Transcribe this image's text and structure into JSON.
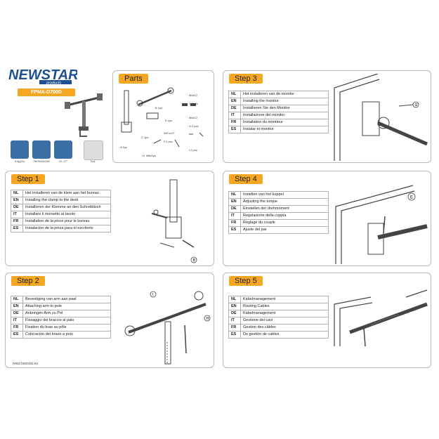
{
  "brand": {
    "name_main": "NEWSTAR",
    "name_sub": "products",
    "model": "FPMA-D700D",
    "website": "www.newstar.eu"
  },
  "specs": [
    {
      "icon": "weight-icon",
      "label": "8 kg (2x)"
    },
    {
      "icon": "vesa-icon",
      "label": "75x75/100x100"
    },
    {
      "icon": "screen-size-icon",
      "label": "10 - 27\""
    },
    {
      "icon": "tool-icon",
      "label": "Tool"
    }
  ],
  "parts": {
    "title": "Parts",
    "items": [
      {
        "id": "A",
        "label": "A 1pc"
      },
      {
        "id": "B",
        "label": "B 1pc"
      },
      {
        "id": "C",
        "label": "C 1pc"
      },
      {
        "id": "D",
        "label": "D. M8x1pc"
      },
      {
        "id": "E",
        "label": "E.1pc"
      },
      {
        "id": "F",
        "label": "F.2 pcs"
      },
      {
        "id": "G",
        "label": "G.8pcs"
      },
      {
        "id": "H",
        "label": "H.2 pcs"
      },
      {
        "id": "I",
        "label": "I.2 pcs"
      },
      {
        "id": "M4",
        "label": "M4x12"
      },
      {
        "id": "M6",
        "label": "M6x12"
      },
      {
        "id": "size",
        "label": "3/8\"x1/2\""
      }
    ]
  },
  "steps": [
    {
      "title": "Step 1",
      "rows": [
        {
          "code": "NL",
          "text": "Het installeren van de klem aan het bureau"
        },
        {
          "code": "EN",
          "text": "Installing the clamp to the desk"
        },
        {
          "code": "DE",
          "text": "Installieren der Klemme an den Schreibtisch"
        },
        {
          "code": "IT",
          "text": "Installare il morsetto al tavolo"
        },
        {
          "code": "FR",
          "text": "Installation de la pince pour le bureau"
        },
        {
          "code": "ES",
          "text": "Instalación de la pinza para el escritorio"
        }
      ],
      "callouts": [
        "B"
      ]
    },
    {
      "title": "Step 2",
      "rows": [
        {
          "code": "NL",
          "text": "Bevestiging van arm aan paal"
        },
        {
          "code": "EN",
          "text": "Attaching arm to pole"
        },
        {
          "code": "DE",
          "text": "Anbringen Arm zu Pol"
        },
        {
          "code": "IT",
          "text": "Fissaggio del braccio al palo"
        },
        {
          "code": "FR",
          "text": "Fixation du bras au pôle"
        },
        {
          "code": "ES",
          "text": "Colocación del brazo a polo"
        }
      ],
      "callouts": [
        "I",
        "H"
      ]
    },
    {
      "title": "Step 3",
      "rows": [
        {
          "code": "NL",
          "text": "Het installeren van de monitor"
        },
        {
          "code": "EN",
          "text": "Installing the monitor"
        },
        {
          "code": "DE",
          "text": "Installieren Sie den Monitor"
        },
        {
          "code": "IT",
          "text": "Installazione del monitor"
        },
        {
          "code": "FR",
          "text": "Installation du moniteur"
        },
        {
          "code": "ES",
          "text": "Instalar el monitor"
        }
      ],
      "callouts": [
        "G"
      ]
    },
    {
      "title": "Step 4",
      "rows": [
        {
          "code": "NL",
          "text": "Instellen van het koppel"
        },
        {
          "code": "EN",
          "text": "Adjusting the torque"
        },
        {
          "code": "DE",
          "text": "Einstellen der drehmoment"
        },
        {
          "code": "IT",
          "text": "Regolazione della coppia"
        },
        {
          "code": "FR",
          "text": "Réglage du couple"
        },
        {
          "code": "ES",
          "text": "Ajuste del par"
        }
      ],
      "callouts": [
        "E"
      ]
    },
    {
      "title": "Step 5",
      "rows": [
        {
          "code": "NL",
          "text": "Kabelmanagement"
        },
        {
          "code": "EN",
          "text": "Routing Cables"
        },
        {
          "code": "DE",
          "text": "Kabelmanagement"
        },
        {
          "code": "IT",
          "text": "Gestione dei cavi"
        },
        {
          "code": "FR",
          "text": "Gestion des câbles"
        },
        {
          "code": "ES",
          "text": "De gestión de cables"
        }
      ],
      "callouts": []
    }
  ],
  "colors": {
    "accent": "#f5a623",
    "spec_blue": "#3a6ea5",
    "logo_blue": "#1d4f91"
  }
}
